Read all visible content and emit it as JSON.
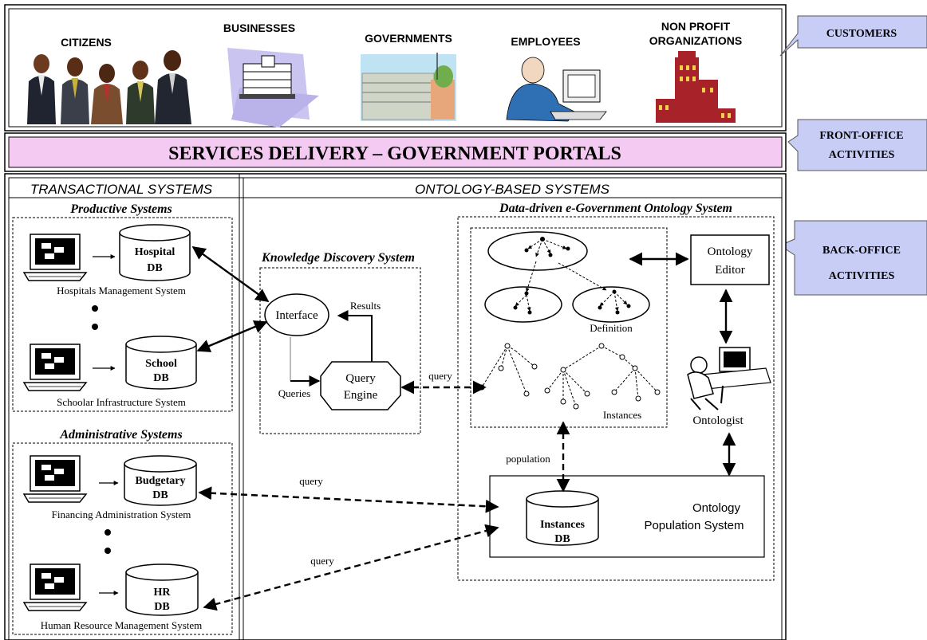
{
  "customers": {
    "citizens": "CITIZENS",
    "businesses": "BUSINESSES",
    "governments": "GOVERNMENTS",
    "employees": "EMPLOYEES",
    "nonprofit_line1": "NON PROFIT",
    "nonprofit_line2": "ORGANIZATIONS"
  },
  "callouts": {
    "customers": "CUSTOMERS",
    "front_line1": "FRONT-OFFICE",
    "front_line2": "ACTIVITIES",
    "back_line1": "BACK-OFFICE",
    "back_line2": "ACTIVITIES"
  },
  "banner": "SERVICES DELIVERY – GOVERNMENT PORTALS",
  "columns": {
    "transactional": "TRANSACTIONAL SYSTEMS",
    "ontology": "ONTOLOGY-BASED SYSTEMS"
  },
  "productive": {
    "title": "Productive Systems",
    "hospital_db": "Hospital",
    "hospital_label": "Hospitals Management System",
    "school_db": "School",
    "school_label": "Schoolar Infrastructure System"
  },
  "administrative": {
    "title": "Administrative Systems",
    "budget_db": "Budgetary",
    "budget_label": "Financing Administration System",
    "hr_db": "HR",
    "hr_label": "Human Resource Management System"
  },
  "db_suffix": "DB",
  "kds": {
    "title": "Knowledge Discovery System",
    "interface": "Interface",
    "results": "Results",
    "queries": "Queries",
    "engine_line1": "Query",
    "engine_line2": "Engine"
  },
  "ontology_system": {
    "title": "Data-driven e-Government Ontology System",
    "definition": "Definition",
    "instances": "Instances",
    "editor_line1": "Ontology",
    "editor_line2": "Editor",
    "ontologist": "Ontologist",
    "population": "population",
    "instances_db": "Instances",
    "pop_line1": "Ontology",
    "pop_line2": "Population System"
  },
  "query_label": "query"
}
